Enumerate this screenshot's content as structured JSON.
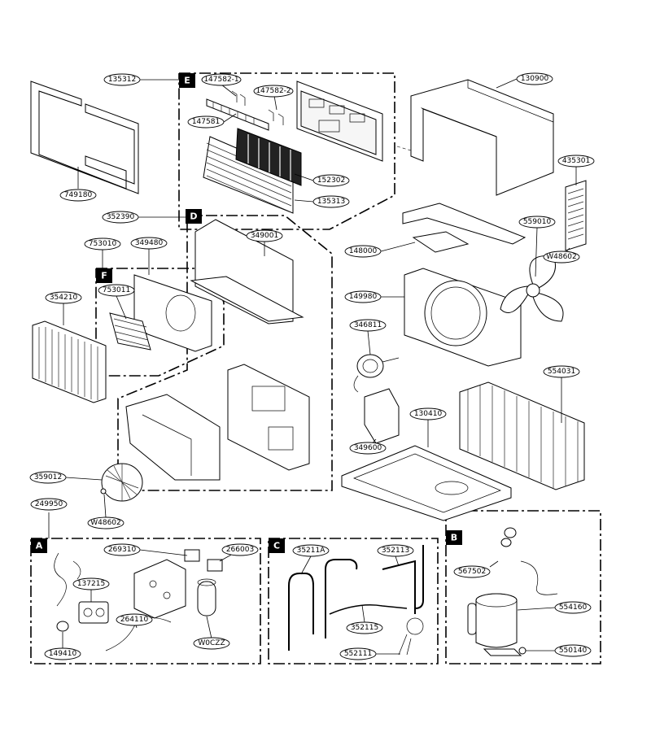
{
  "sections": [
    "A",
    "B",
    "C",
    "D",
    "E",
    "F"
  ],
  "labels": {
    "p135312": "135312",
    "p147582_1": "147582-1",
    "p147582_2": "147582-2",
    "p147581": "147581",
    "p152302": "152302",
    "p135313": "135313",
    "p130900": "130900",
    "p435301": "435301",
    "p749180": "749180",
    "p352390": "352390",
    "p349001": "349001",
    "p753010": "753010",
    "p349480": "349480",
    "p753011": "753011",
    "p354210": "354210",
    "p148000": "148000",
    "p559010": "559010",
    "pW48602a": "W48602",
    "p149980": "149980",
    "p346811": "346811",
    "p554031": "554031",
    "p130410": "130410",
    "p349600": "349600",
    "p359012": "359012",
    "p249950": "249950",
    "pW48602b": "W48602",
    "p269310": "269310",
    "p266003": "266003",
    "p137215": "137215",
    "p264110": "264110",
    "pW0CZZ": "W0CZZ",
    "p149410": "149410",
    "p35211A": "35211A",
    "p352113": "352113",
    "p352115": "352115",
    "p552111": "552111",
    "p567502": "567502",
    "p554160": "554160",
    "p550140": "550140"
  }
}
